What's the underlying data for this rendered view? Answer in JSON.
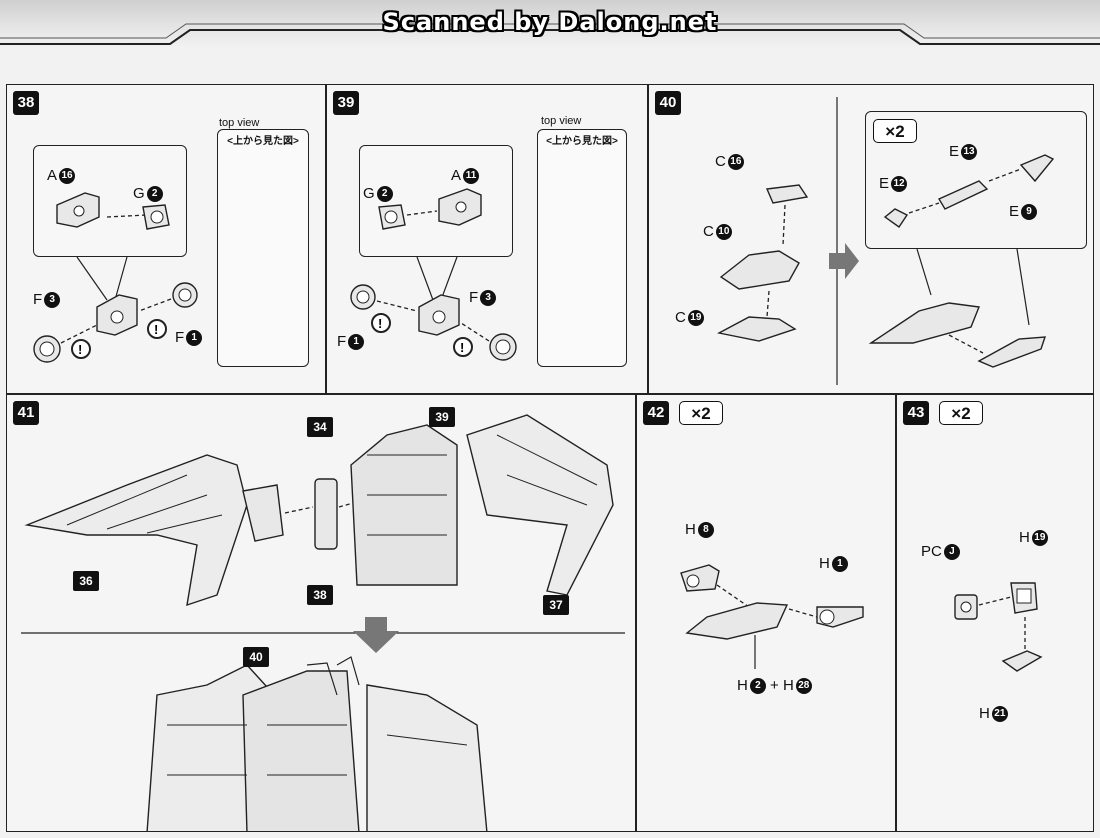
{
  "header": {
    "title": "Scanned by Dalong.net"
  },
  "steps": {
    "s38": {
      "number": "38",
      "top_view_label": "top view",
      "top_view_jp": "<上から見た図>",
      "parts": {
        "a16": "A",
        "a16n": "16",
        "g2": "G",
        "g2n": "2",
        "f3": "F",
        "f3n": "3",
        "f1": "F",
        "f1n": "1"
      }
    },
    "s39": {
      "number": "39",
      "top_view_label": "top view",
      "top_view_jp": "<上から見た図>",
      "parts": {
        "g2": "G",
        "g2n": "2",
        "a11": "A",
        "a11n": "11",
        "f1": "F",
        "f1n": "1",
        "f3": "F",
        "f3n": "3"
      }
    },
    "s40": {
      "number": "40",
      "qty": "×2",
      "parts": {
        "c16": "C",
        "c16n": "16",
        "c10": "C",
        "c10n": "10",
        "c19": "C",
        "c19n": "19",
        "e13": "E",
        "e13n": "13",
        "e12": "E",
        "e12n": "12",
        "e9": "E",
        "e9n": "9"
      }
    },
    "s41": {
      "number": "41",
      "refs": {
        "r34": "34",
        "r39": "39",
        "r36": "36",
        "r38": "38",
        "r37": "37",
        "r40": "40"
      }
    },
    "s42": {
      "number": "42",
      "qty": "×2",
      "parts": {
        "h8": "H",
        "h8n": "8",
        "h1": "H",
        "h1n": "1",
        "h2": "H",
        "h2n": "2",
        "plus": "+",
        "h28": "H",
        "h28n": "28"
      }
    },
    "s43": {
      "number": "43",
      "qty": "×2",
      "parts": {
        "pcj": "PC",
        "pcjn": "J",
        "h19": "H",
        "h19n": "19",
        "h21": "H",
        "h21n": "21"
      }
    }
  }
}
